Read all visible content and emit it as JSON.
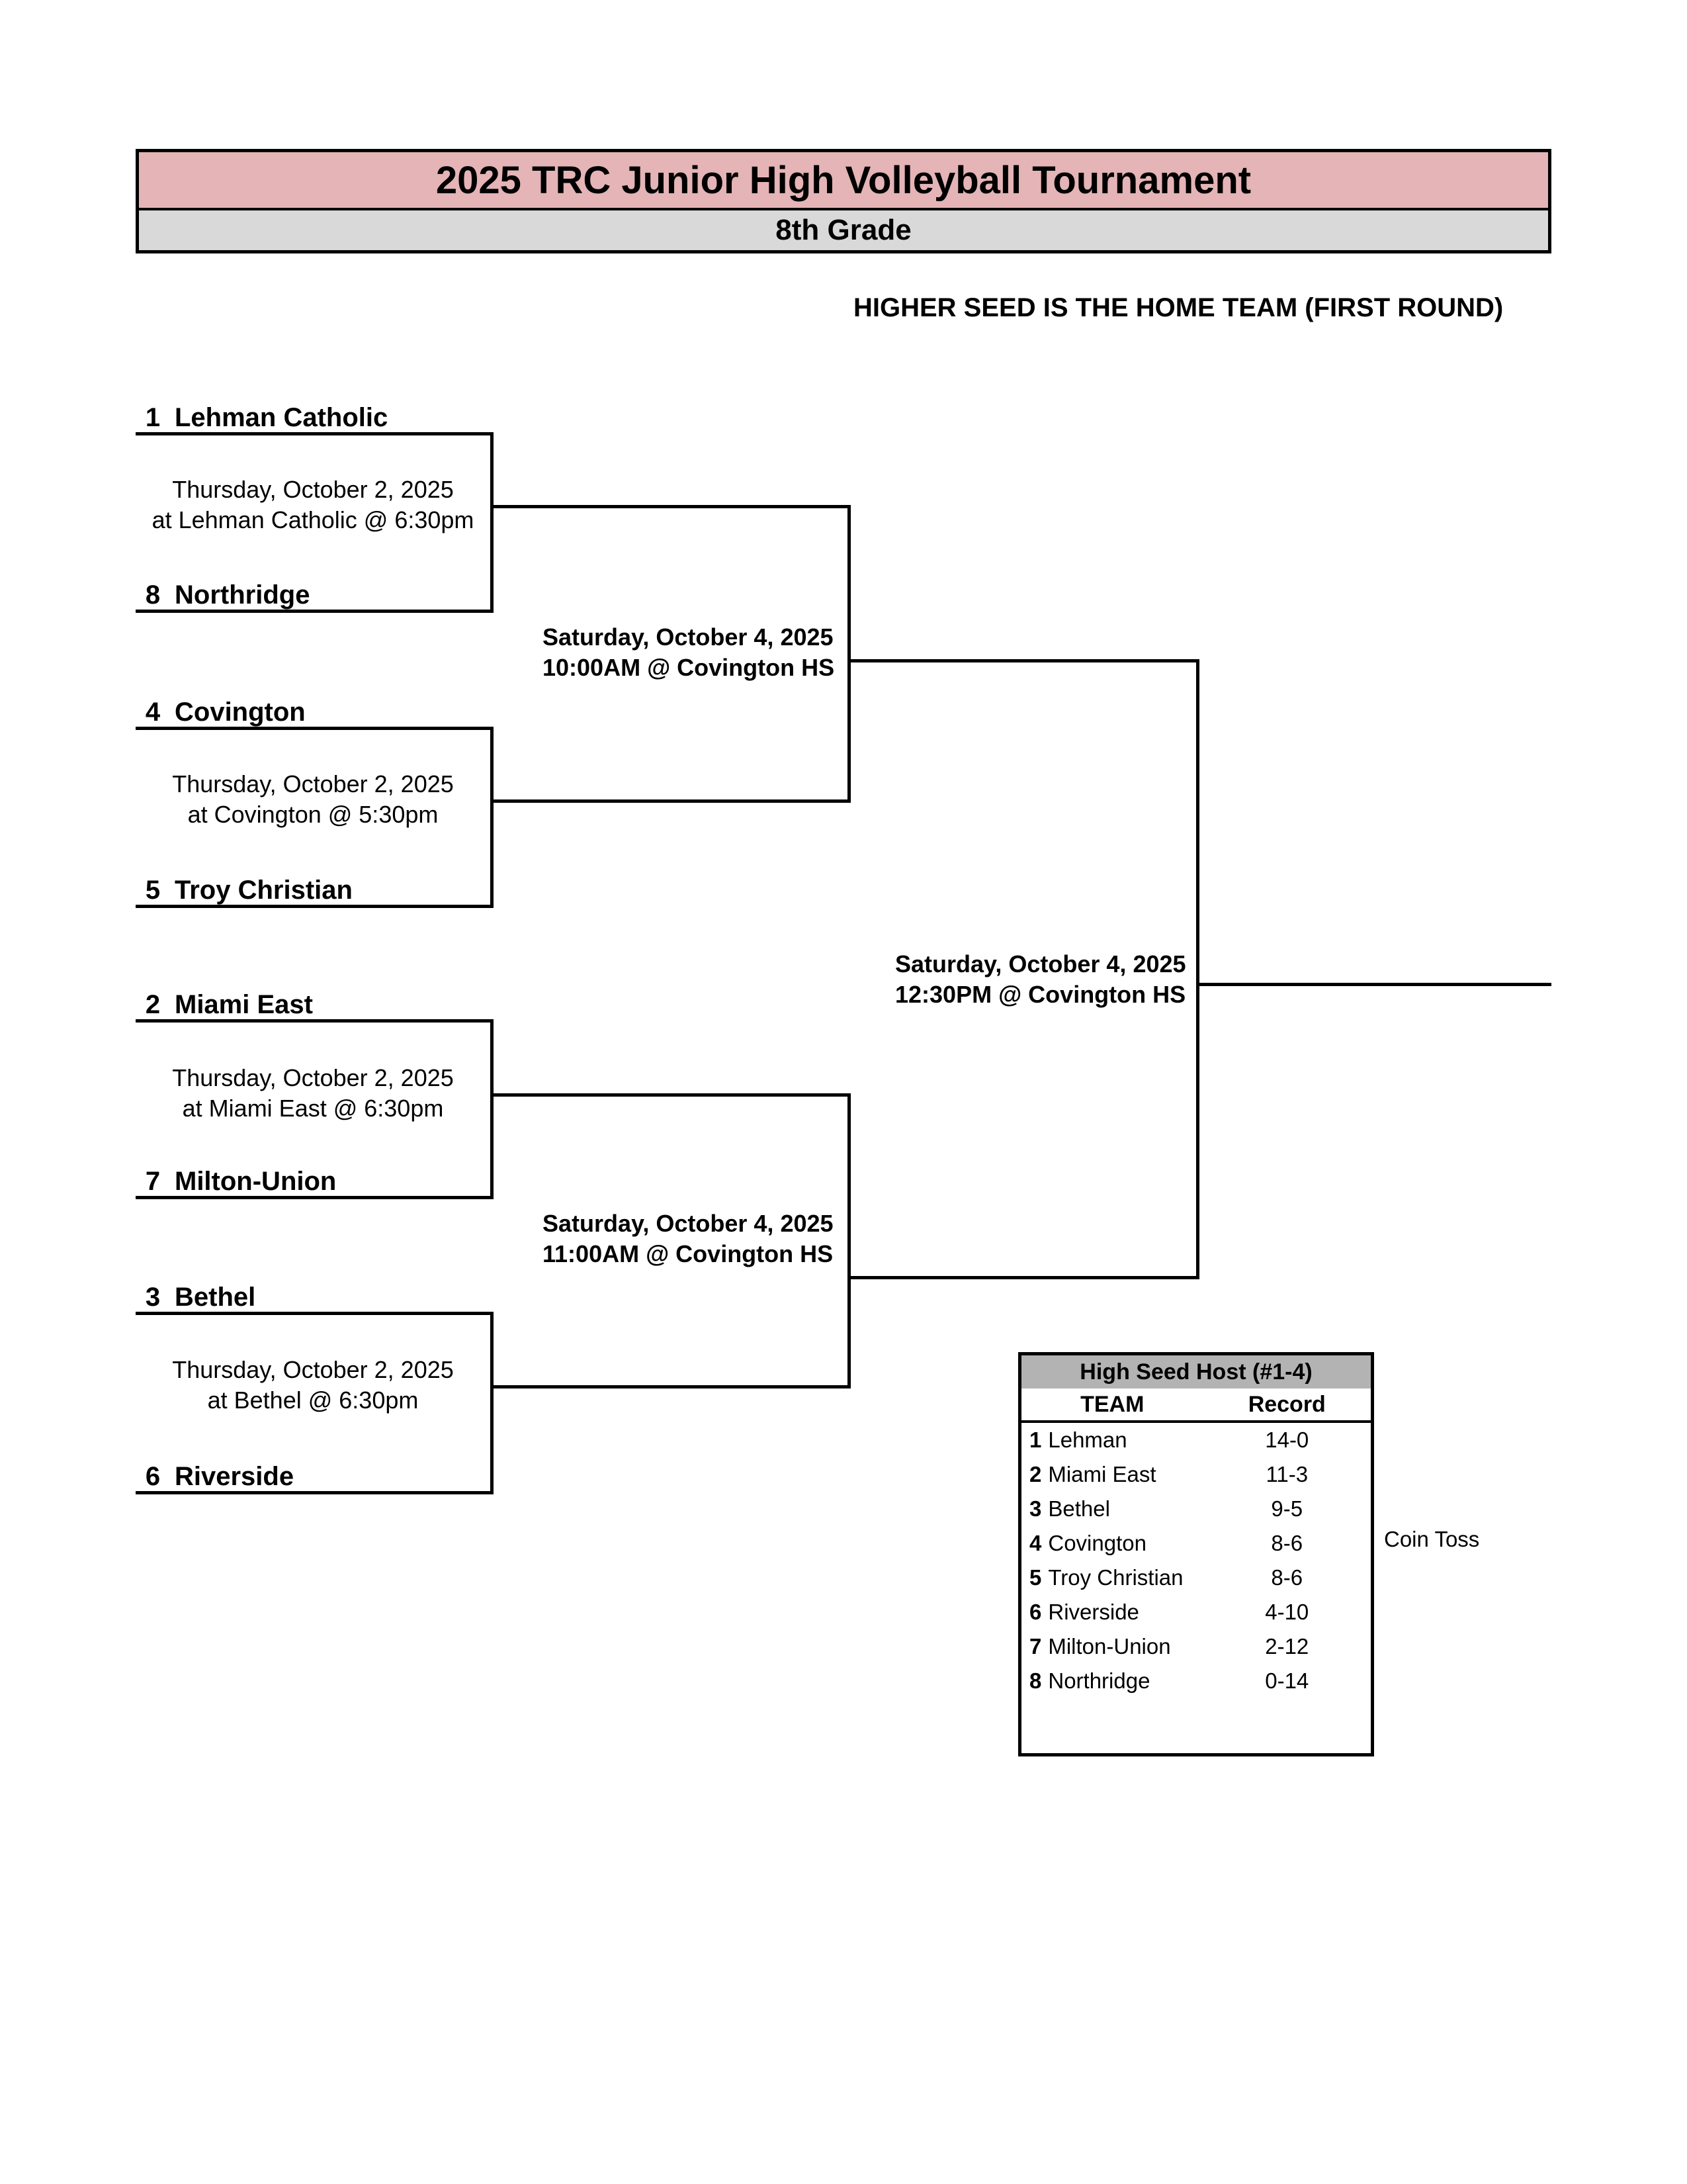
{
  "header": {
    "title": "2025 TRC Junior High Volleyball Tournament",
    "subtitle": "8th Grade",
    "note": "HIGHER SEED IS THE HOME TEAM (FIRST ROUND)"
  },
  "colors": {
    "title_bg": "#e4b4b6",
    "subtitle_bg": "#d9d9d9",
    "table_header_bg": "#b3b3b3",
    "line_color": "#000000"
  },
  "bracket": {
    "round1": [
      {
        "top_seed": "1",
        "top_team": "Lehman Catholic",
        "bottom_seed": "8",
        "bottom_team": "Northridge",
        "info1": "Thursday, October 2, 2025",
        "info2": "at Lehman Catholic @ 6:30pm"
      },
      {
        "top_seed": "4",
        "top_team": "Covington",
        "bottom_seed": "5",
        "bottom_team": "Troy Christian",
        "info1": "Thursday, October 2, 2025",
        "info2": "at Covington @ 5:30pm"
      },
      {
        "top_seed": "2",
        "top_team": "Miami East",
        "bottom_seed": "7",
        "bottom_team": "Milton-Union",
        "info1": "Thursday, October 2, 2025",
        "info2": "at Miami East @ 6:30pm"
      },
      {
        "top_seed": "3",
        "top_team": "Bethel",
        "bottom_seed": "6",
        "bottom_team": "Riverside",
        "info1": "Thursday, October 2, 2025",
        "info2": "at Bethel @ 6:30pm"
      }
    ],
    "semifinals": [
      {
        "line1": "Saturday, October 4, 2025",
        "line2": "10:00AM @ Covington HS"
      },
      {
        "line1": "Saturday, October 4, 2025",
        "line2": "11:00AM @ Covington HS"
      }
    ],
    "final": {
      "line1": "Saturday, October 4, 2025",
      "line2": "12:30PM @ Covington HS"
    }
  },
  "standings": {
    "title": "High Seed Host (#1-4)",
    "col_team": "TEAM",
    "col_record": "Record",
    "rows": [
      {
        "seed": "1",
        "team": "Lehman",
        "record": "14-0"
      },
      {
        "seed": "2",
        "team": "Miami East",
        "record": "11-3"
      },
      {
        "seed": "3",
        "team": "Bethel",
        "record": "9-5"
      },
      {
        "seed": "4",
        "team": "Covington",
        "record": "8-6"
      },
      {
        "seed": "5",
        "team": "Troy Christian",
        "record": "8-6"
      },
      {
        "seed": "6",
        "team": "Riverside",
        "record": "4-10"
      },
      {
        "seed": "7",
        "team": "Milton-Union",
        "record": "2-12"
      },
      {
        "seed": "8",
        "team": "Northridge",
        "record": "0-14"
      }
    ],
    "side_note": "Coin Toss"
  }
}
